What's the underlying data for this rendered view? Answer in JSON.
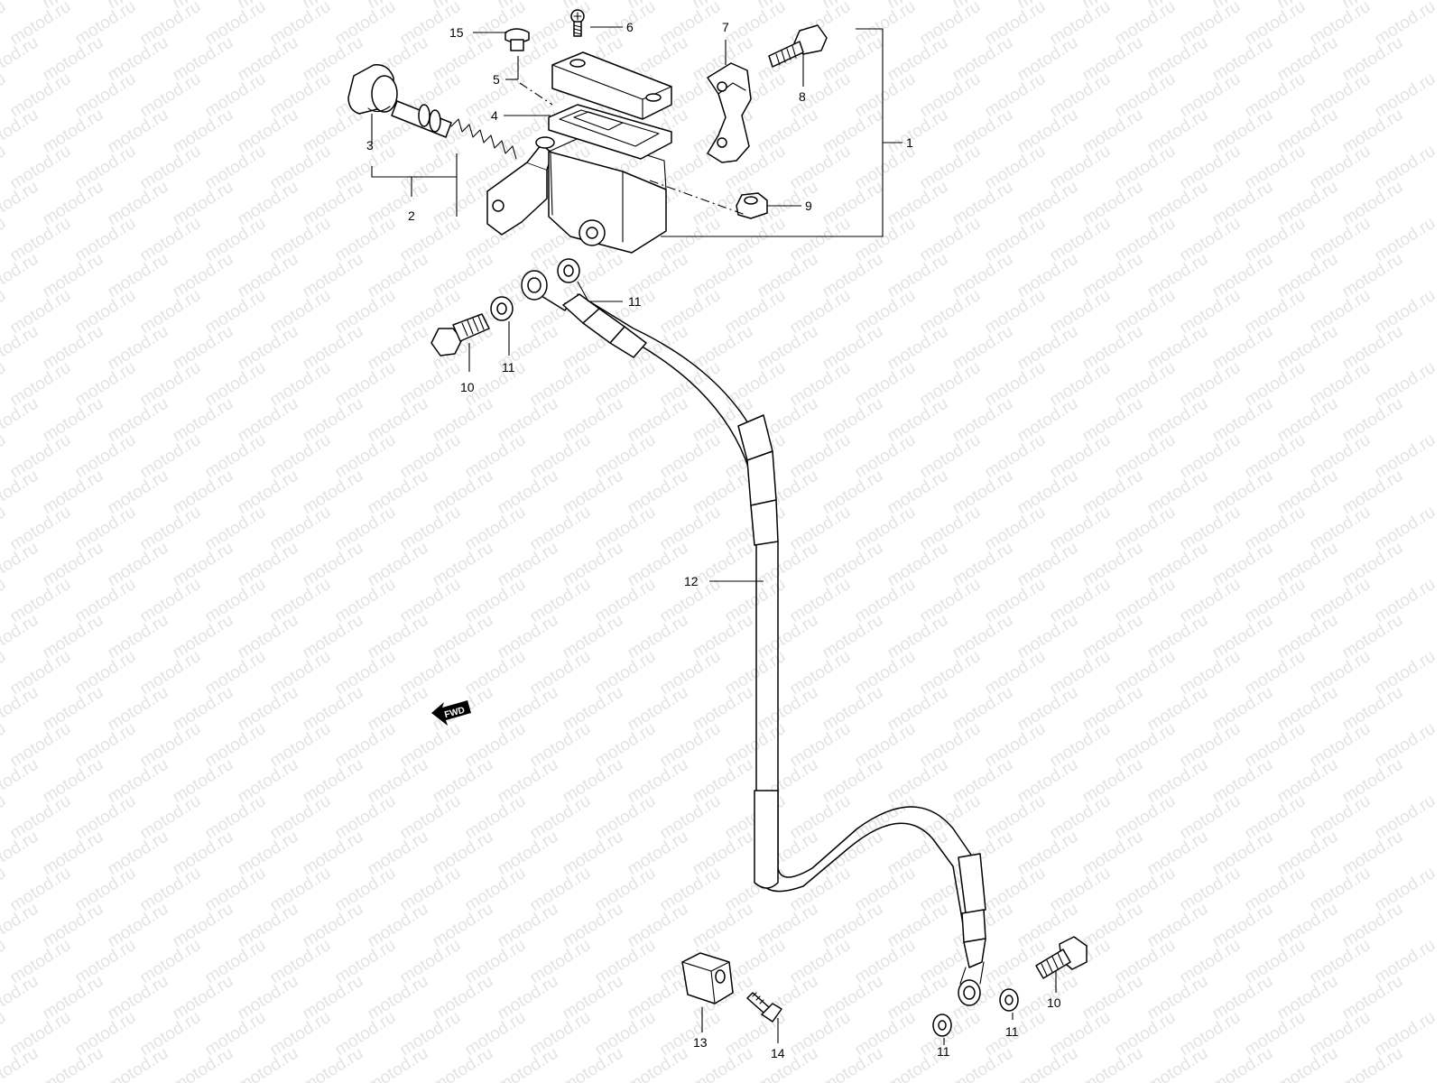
{
  "watermark": {
    "text": "motod.ru"
  },
  "diagram": {
    "labels": {
      "p1": "1",
      "p2": "2",
      "p3": "3",
      "p4": "4",
      "p5": "5",
      "p6": "6",
      "p7": "7",
      "p8": "8",
      "p9": "9",
      "p10a": "10",
      "p10b": "10",
      "p11a": "11",
      "p11b": "11",
      "p11c": "11",
      "p11d": "11",
      "p12": "12",
      "p13": "13",
      "p14": "14",
      "p15": "15"
    },
    "fwd": "FWD"
  }
}
